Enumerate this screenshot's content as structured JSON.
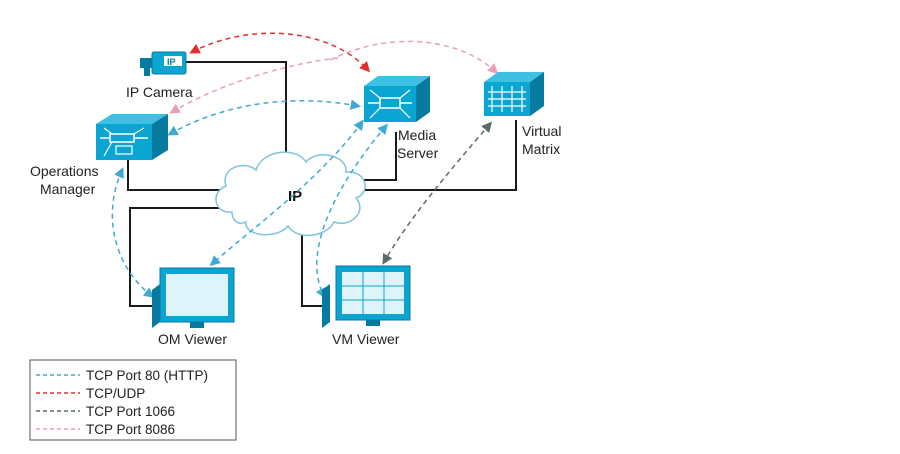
{
  "network": {
    "cloud_label": "IP"
  },
  "devices": {
    "ip_camera": {
      "label": "IP Camera",
      "badge": "IP"
    },
    "operations_manager": {
      "label_line1": "Operations",
      "label_line2": "Manager"
    },
    "media_server": {
      "label_line1": "Media",
      "label_line2": "Server"
    },
    "virtual_matrix": {
      "label_line1": "Virtual",
      "label_line2": "Matrix"
    },
    "om_viewer": {
      "label": "OM Viewer"
    },
    "vm_viewer": {
      "label": "VM Viewer"
    }
  },
  "legend": {
    "items": [
      {
        "label": "TCP Port 80 (HTTP)",
        "color": "#3fa9d4"
      },
      {
        "label": "TCP/UDP",
        "color": "#e0312f"
      },
      {
        "label": "TCP Port 1066",
        "color": "#5a6b6b"
      },
      {
        "label": "TCP Port 8086",
        "color": "#eaa0b6"
      }
    ]
  },
  "colors": {
    "device": "#0aa5d0",
    "device_dark": "#077aa0",
    "link": "#1a1a1a"
  }
}
